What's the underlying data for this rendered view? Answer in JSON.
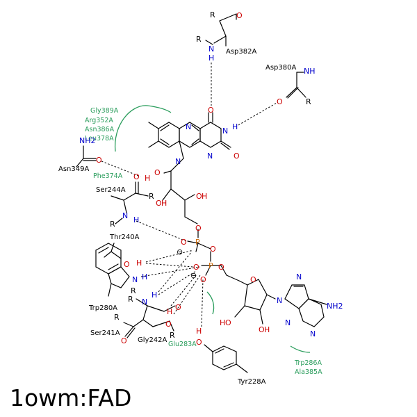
{
  "title": "1owm:FAD",
  "colors": {
    "carbon": "#000000",
    "nitrogen": "#0000cc",
    "oxygen": "#cc0000",
    "phosphorus": "#cc6600",
    "hydrophobic": "#2a9d5c"
  },
  "atoms": {
    "O": "O",
    "N": "N",
    "H": "H",
    "P": "P",
    "NH": "NH",
    "NH2": "NH2",
    "R": "R",
    "minus": "⊖"
  },
  "residues": {
    "asp382a": "Asp382A",
    "asp380a": "Asp380A",
    "asn349a": "Asn349A",
    "ser244a": "Ser244A",
    "thr240a": "Thr240A",
    "trp280a": "Trp280A",
    "ser241a": "Ser241A",
    "gly242a": "Gly242A",
    "tyr228a": "Tyr228A"
  },
  "hydrophobic": {
    "group1": [
      "Gly389A",
      "Arg352A",
      "Asn386A",
      "Leu378A"
    ],
    "phe374a": "Phe374A",
    "glu283a": "Glu283A",
    "trp286a": "Trp286A",
    "ala385a": "Ala385A"
  }
}
